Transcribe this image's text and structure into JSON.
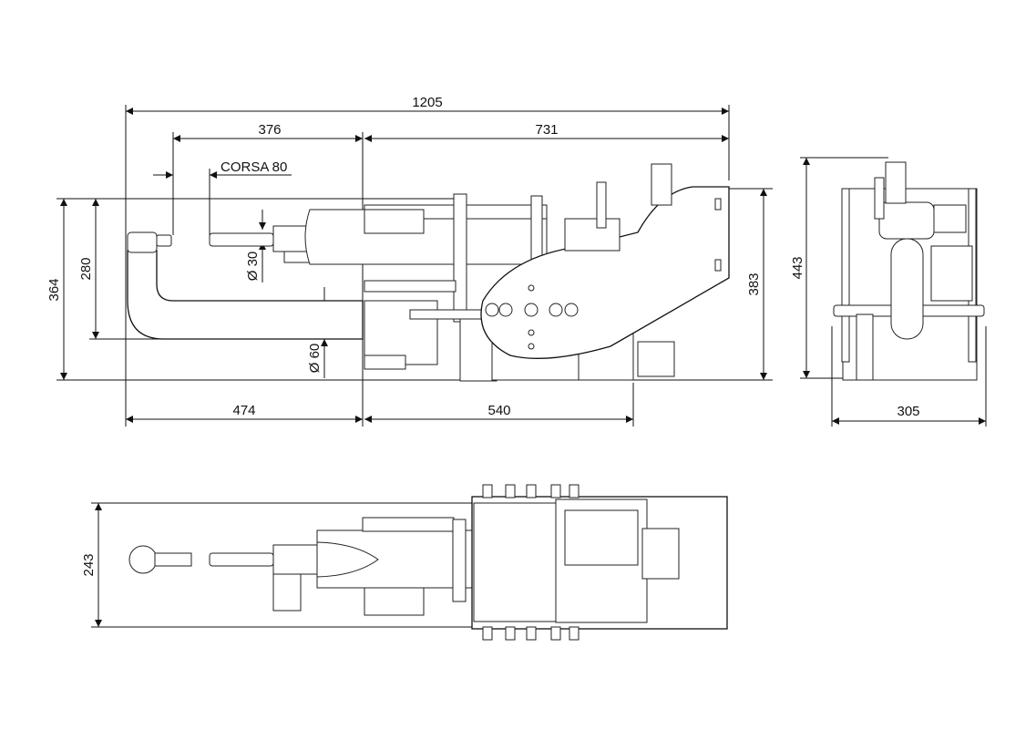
{
  "drawing": {
    "side_view": {
      "overall_length": "1205",
      "gun_length": "376",
      "body_length": "731",
      "stroke_label": "CORSA 80",
      "overall_height": "364",
      "arm_height": "280",
      "body_height": "383",
      "upper_electrode_diameter": "Ø 30",
      "lower_arm_diameter": "Ø 60",
      "lower_reach": "474",
      "base_length": "540"
    },
    "end_view": {
      "height": "443",
      "width": "305"
    },
    "top_view": {
      "width": "243"
    }
  }
}
